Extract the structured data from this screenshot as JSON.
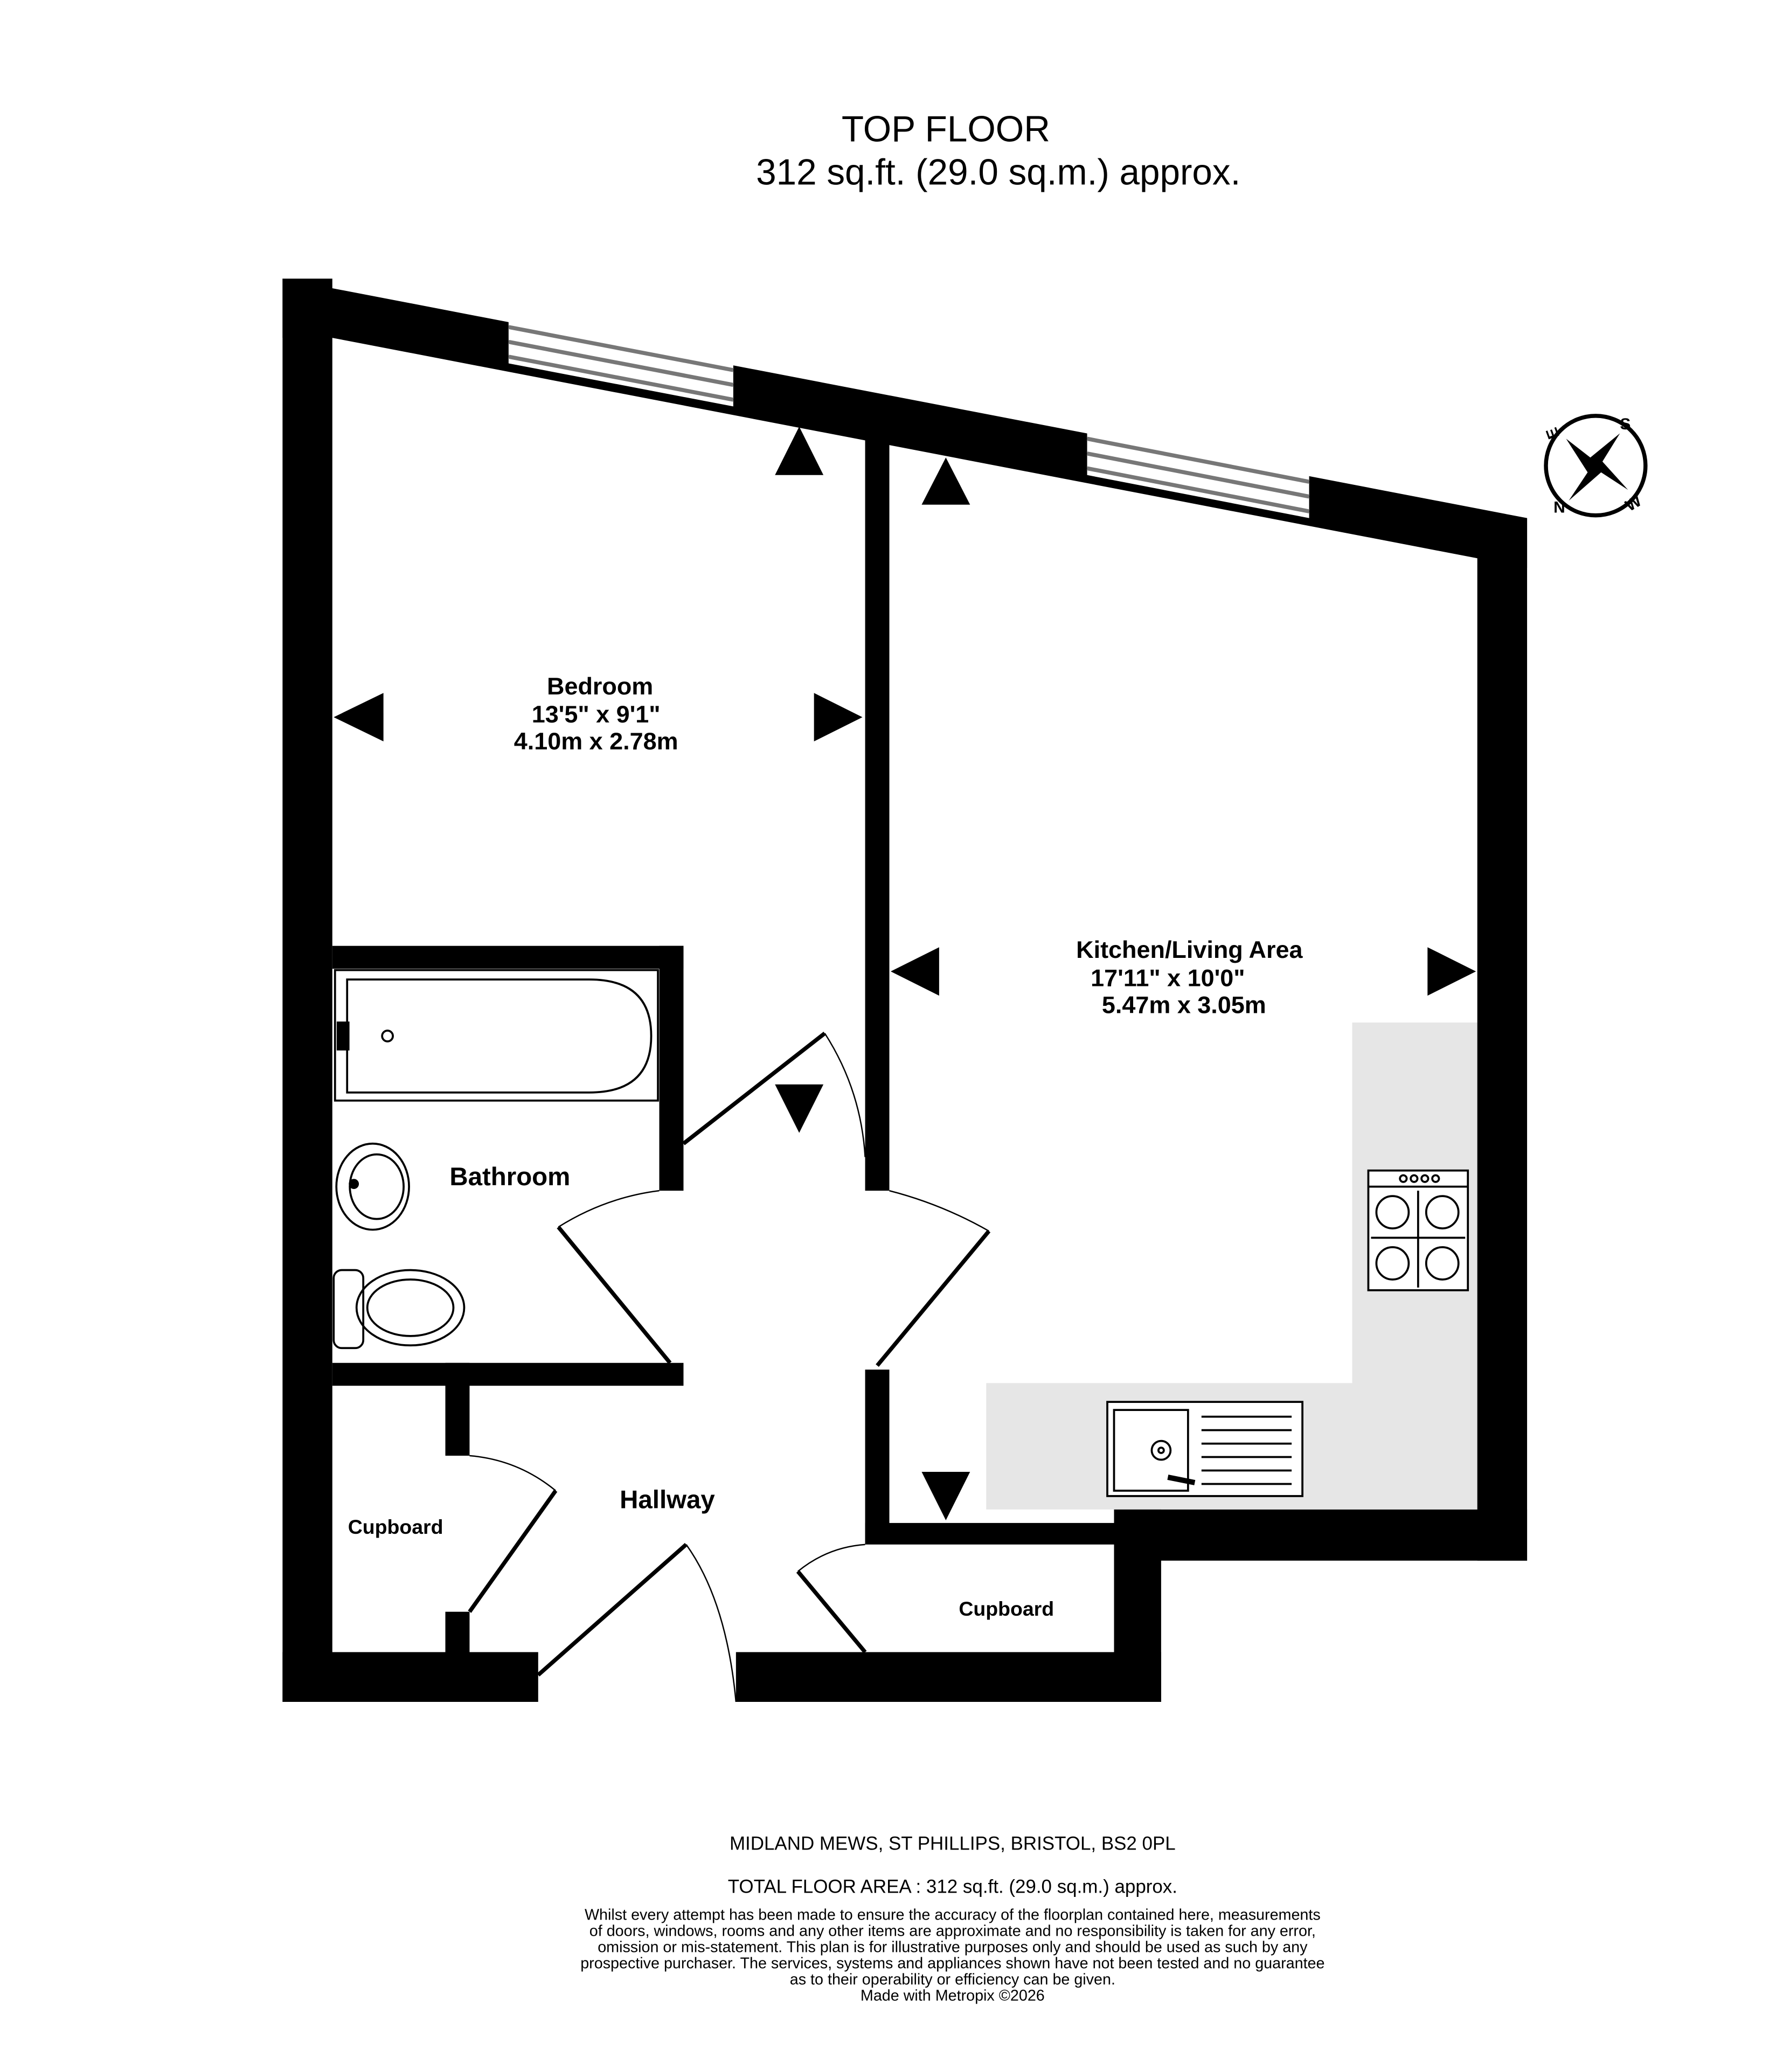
{
  "header": {
    "title": "TOP FLOOR",
    "area": "312 sq.ft. (29.0 sq.m.) approx."
  },
  "rooms": [
    {
      "name": "Bedroom",
      "imperial": "13'5\"  x 9'1\"",
      "metric": "4.10m  x 2.78m"
    },
    {
      "name": "Kitchen/Living Area",
      "imperial": "17'11\"  x 10'0\"",
      "metric": "5.47m  x 3.05m"
    },
    {
      "name": "Bathroom"
    },
    {
      "name": "Hallway"
    },
    {
      "name": "Cupboard"
    },
    {
      "name": "Cupboard"
    }
  ],
  "compass": {
    "labels": [
      "S",
      "W",
      "N",
      "E"
    ]
  },
  "footer": {
    "address": "MIDLAND MEWS, ST PHILLIPS, BRISTOL, BS2 0PL",
    "total_area": "TOTAL FLOOR AREA : 312 sq.ft. (29.0 sq.m.) approx.",
    "disclaimer": [
      "Whilst every attempt has been made to ensure the accuracy of the floorplan contained here, measurements",
      "of doors, windows, rooms and any other items are approximate and no responsibility is taken for any error,",
      "omission or mis-statement. This plan is for illustrative purposes only and should be used as such by any",
      "prospective purchaser. The services, systems and appliances shown have not been tested and no guarantee",
      "as to their operability or efficiency can be given."
    ],
    "credit": "Made with Metropix ©2026"
  },
  "colors": {
    "wall": "#000000",
    "counter": "#e6e6e6"
  }
}
